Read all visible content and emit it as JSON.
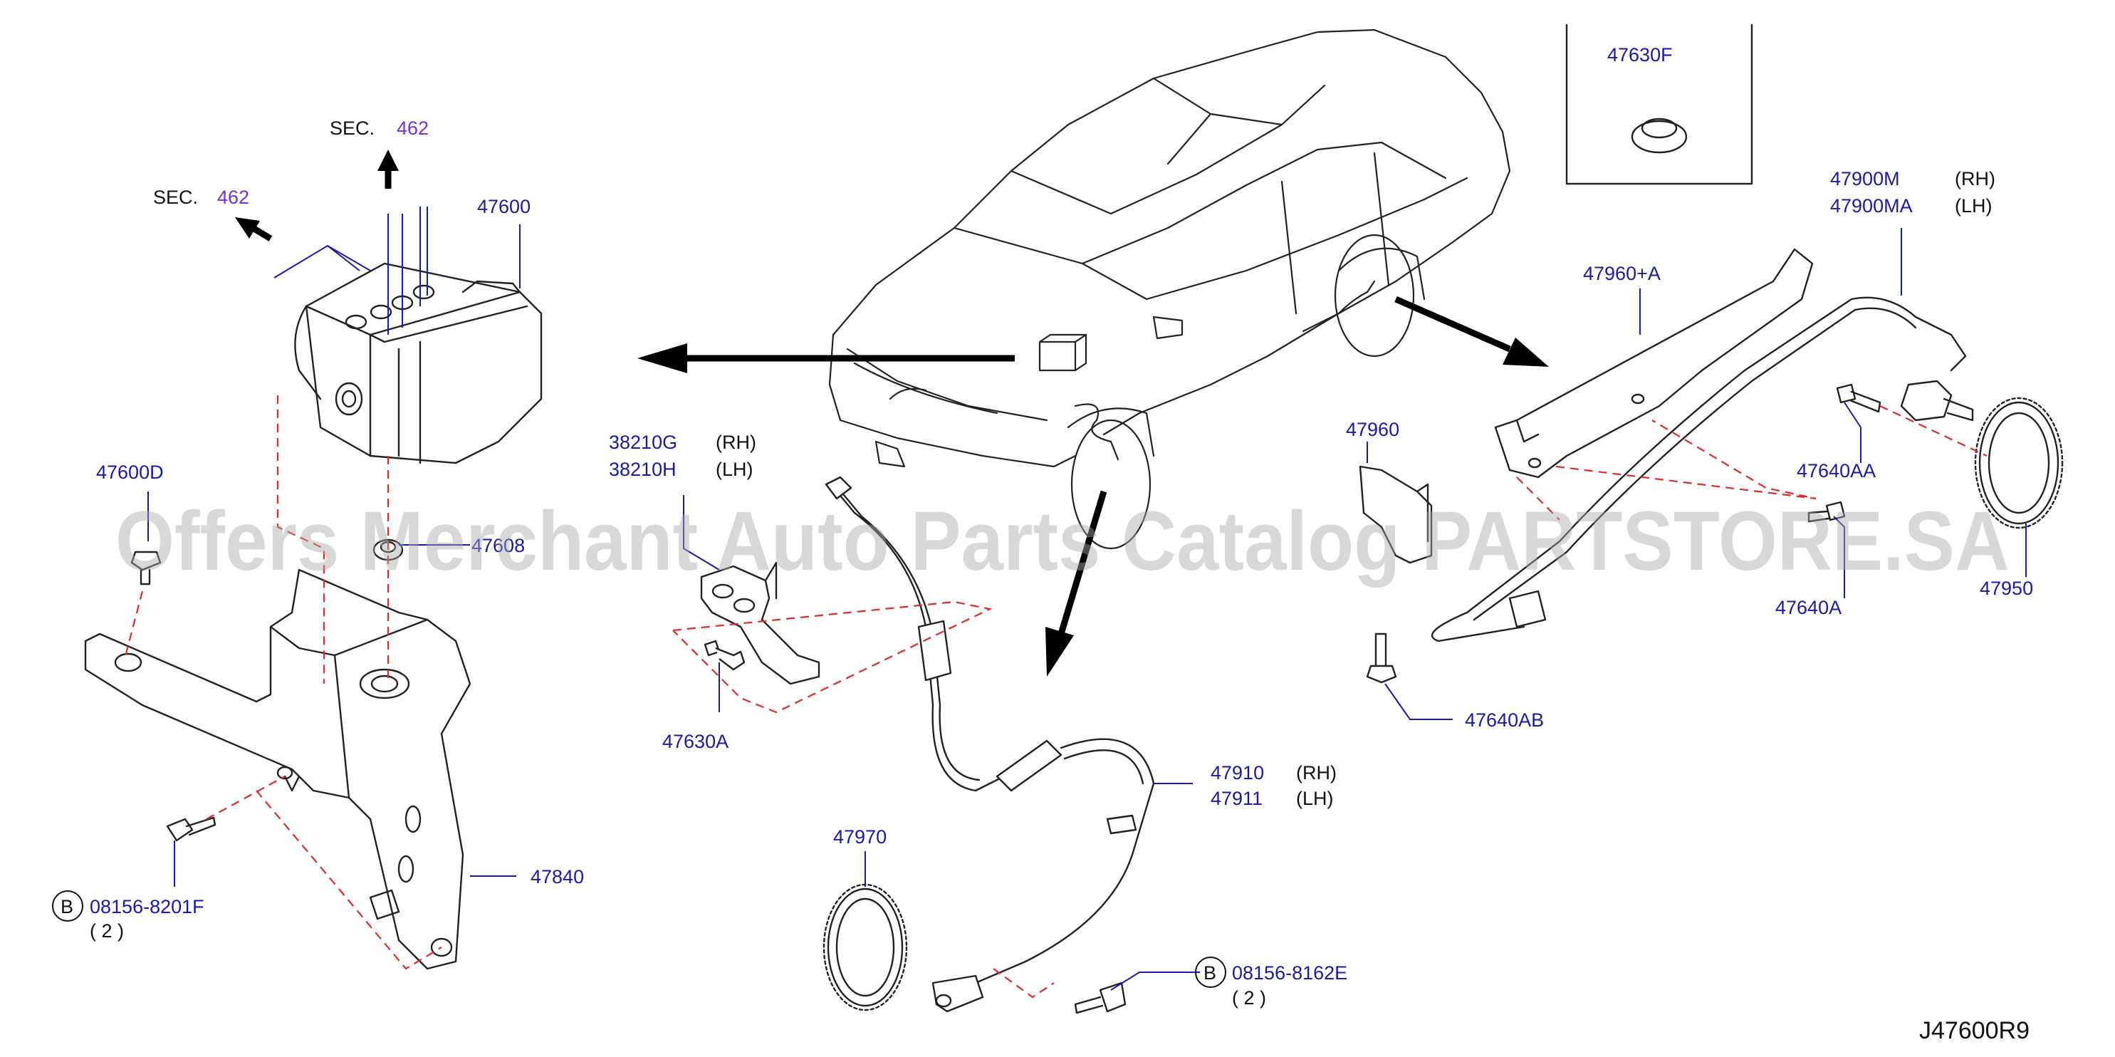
{
  "watermark": "Offers Merchant Auto Parts Catalog PARTSTORE.SA",
  "diagram_code": "J47600R9",
  "sections": {
    "sec_top": {
      "prefix": "SEC.",
      "number": "462"
    },
    "sec_left": {
      "prefix": "SEC.",
      "number": "462"
    }
  },
  "bolt_symbol": "B",
  "parts": {
    "p47600": "47600",
    "p47600D": "47600D",
    "p47608": "47608",
    "p47840": "47840",
    "p08156_8201F": "08156-8201F",
    "p08156_8201F_qty": "( 2 )",
    "p38210G": "38210G",
    "p38210G_side": "(RH)",
    "p38210H": "38210H",
    "p38210H_side": "(LH)",
    "p47630A": "47630A",
    "p47630F": "47630F",
    "p47910": "47910",
    "p47910_side": "(RH)",
    "p47911": "47911",
    "p47911_side": "(LH)",
    "p47970": "47970",
    "p08156_8162E": "08156-8162E",
    "p08156_8162E_qty": "( 2 )",
    "p47960": "47960",
    "p47960A": "47960+A",
    "p47900M": "47900M",
    "p47900M_side": "(RH)",
    "p47900MA": "47900MA",
    "p47900MA_side": "(LH)",
    "p47640AA": "47640AA",
    "p47640A": "47640A",
    "p47640AB": "47640AB",
    "p47950": "47950"
  },
  "colors": {
    "label": "#1a1aa8",
    "section_ref": "#7a2fd1",
    "dashed_guide": "#e02a2a",
    "line_art": "#222222",
    "watermark": "#a8a8a8"
  }
}
